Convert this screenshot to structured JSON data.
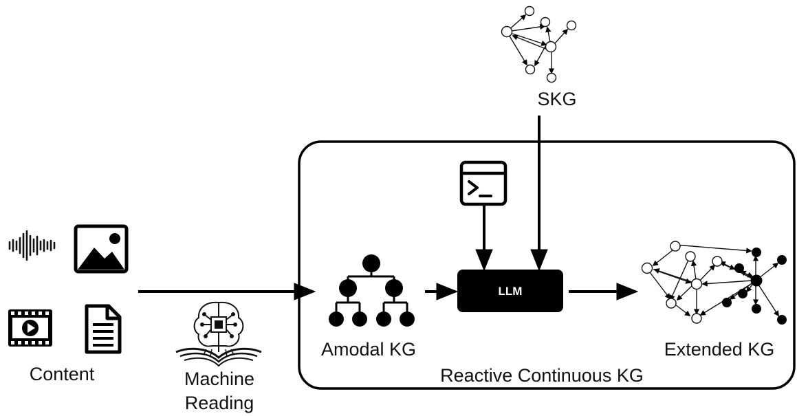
{
  "labels": {
    "content": "Content",
    "machine_reading_line1": "Machine",
    "machine_reading_line2": "Reading",
    "amodal_kg": "Amodal KG",
    "llm": "LLM",
    "extended_kg": "Extended KG",
    "skg": "SKG",
    "reactive_continuous_kg": "Reactive Continuous KG"
  },
  "icons": {
    "audio": "audio-waveform-icon",
    "image": "image-icon",
    "video": "video-icon",
    "document": "document-icon",
    "machine_reading": "brain-book-icon",
    "prompt": "terminal-prompt-icon"
  },
  "colors": {
    "stroke": "#000000",
    "llm_fill": "#000000",
    "llm_text": "#ffffff"
  }
}
